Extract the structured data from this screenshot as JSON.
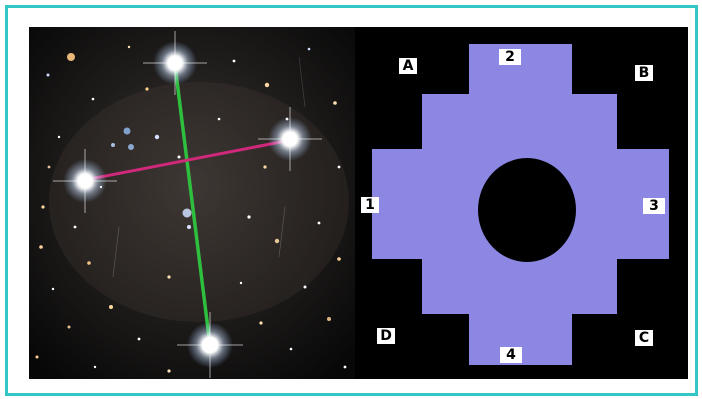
{
  "colors": {
    "border": "#33c6c6",
    "cross_fill": "#8b87e3",
    "vertical_line": "#2fbf3f",
    "horizontal_line": "#d0287a",
    "background": "#000000"
  },
  "left_panel": {
    "description_icon": "star-field-photo"
  },
  "right_panel": {
    "labels": {
      "num_1": "1",
      "num_2": "2",
      "num_3": "3",
      "num_4": "4",
      "corner_a": "A",
      "corner_b": "B",
      "corner_c": "C",
      "corner_d": "D"
    }
  }
}
